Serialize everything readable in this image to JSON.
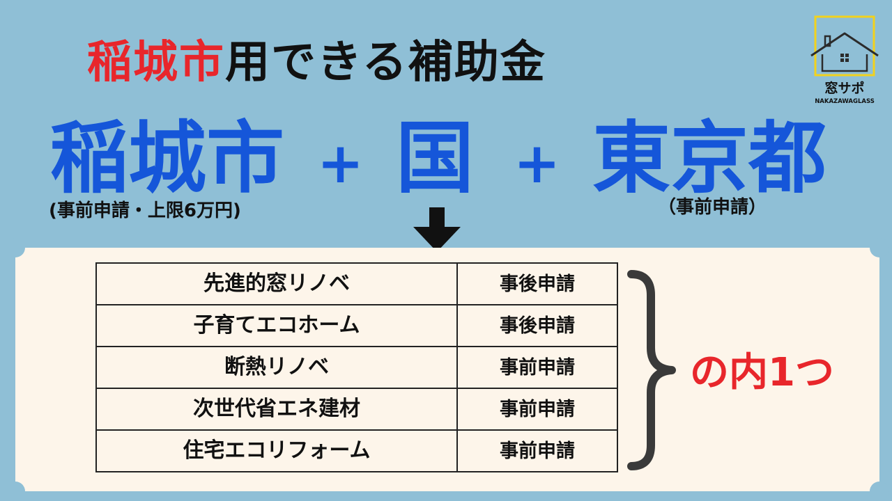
{
  "title": {
    "highlight": "稲城市",
    "rest": "用できる補助金"
  },
  "sources": {
    "city": "稲城市",
    "plus1": "+",
    "country": "国",
    "plus2": "+",
    "tokyo": "東京都",
    "city_note": "(事前申請・上限6万円)",
    "tokyo_note": "（事前申請）"
  },
  "table": {
    "rows": [
      {
        "name": "先進的窓リノベ",
        "status": "事後申請"
      },
      {
        "name": "子育てエコホーム",
        "status": "事後申請"
      },
      {
        "name": "断熱リノベ",
        "status": "事前申請"
      },
      {
        "name": "次世代省エネ建材",
        "status": "事前申請"
      },
      {
        "name": "住宅エコリフォーム",
        "status": "事前申請"
      }
    ]
  },
  "result": "の内1つ",
  "logo": {
    "name": "窓サポ",
    "sub": "NAKAZAWAGLASS",
    "icon": "house-icon"
  },
  "colors": {
    "background": "#8fbfd6",
    "blue": "#1556d9",
    "red": "#e8262b",
    "panel": "#fdf5ea",
    "logo_frame": "#f2d21d"
  }
}
